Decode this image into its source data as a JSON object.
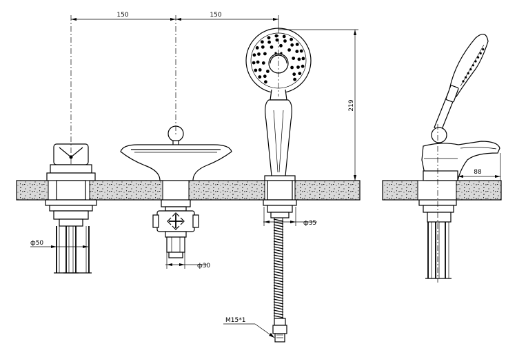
{
  "dimensions": {
    "spacing_left": "150",
    "spacing_right": "150",
    "handshower_height": "219",
    "spout_reach": "88",
    "base_diameter_left": "ф50",
    "connector_diameter": "ф30",
    "hose_diameter": "ф35",
    "hose_thread": "M15*1"
  },
  "colors": {
    "line": "#000000",
    "background": "#ffffff",
    "countertop_fill": "#d9d9d9"
  }
}
